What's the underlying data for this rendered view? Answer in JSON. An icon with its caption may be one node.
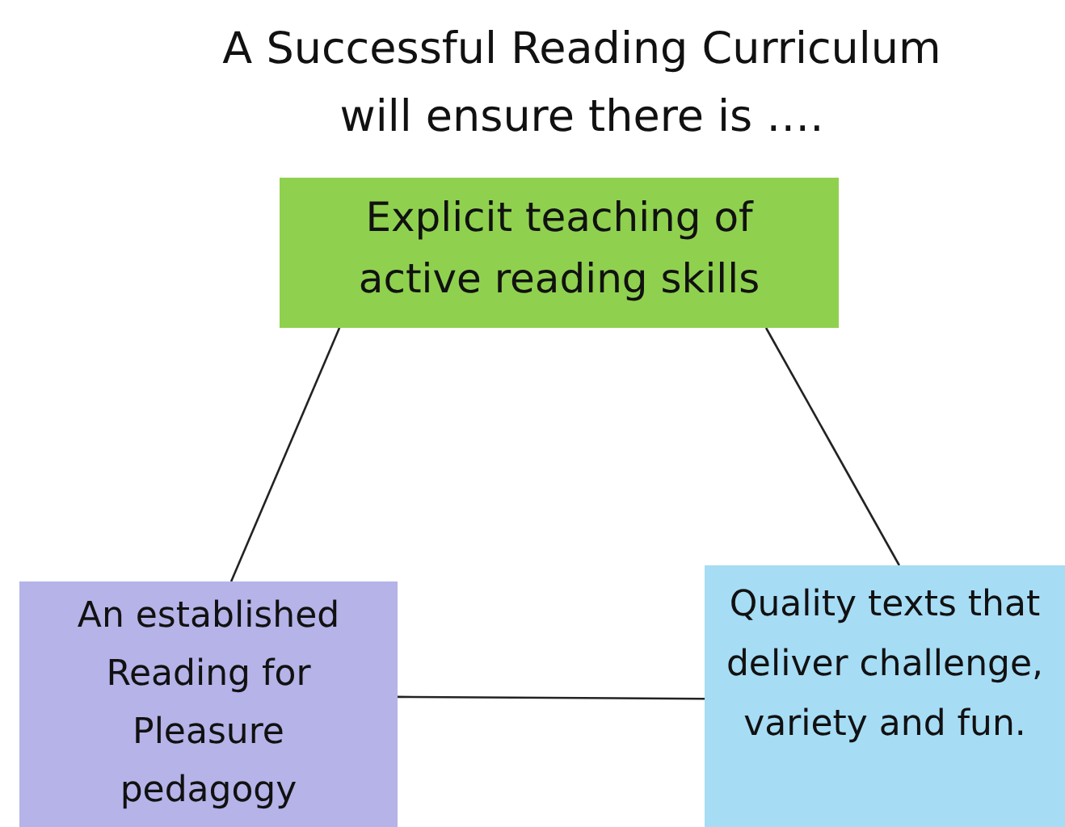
{
  "diagram": {
    "title": "A Successful Reading Curriculum will ensure there is ….",
    "nodes": [
      {
        "text": [
          "Explicit teaching of active reading skills"
        ]
      },
      {
        "text": [
          "An established Reading for Pleasure pedagogy"
        ]
      },
      {
        "text": [
          "Quality texts that deliver challenge, variety and fun."
        ]
      }
    ],
    "edges": [
      {
        "from": 0,
        "to": 1,
        "arrow": "none"
      },
      {
        "from": 0,
        "to": 2,
        "arrow": "none"
      },
      {
        "from": 1,
        "to": 2,
        "arrow": "none"
      }
    ]
  }
}
